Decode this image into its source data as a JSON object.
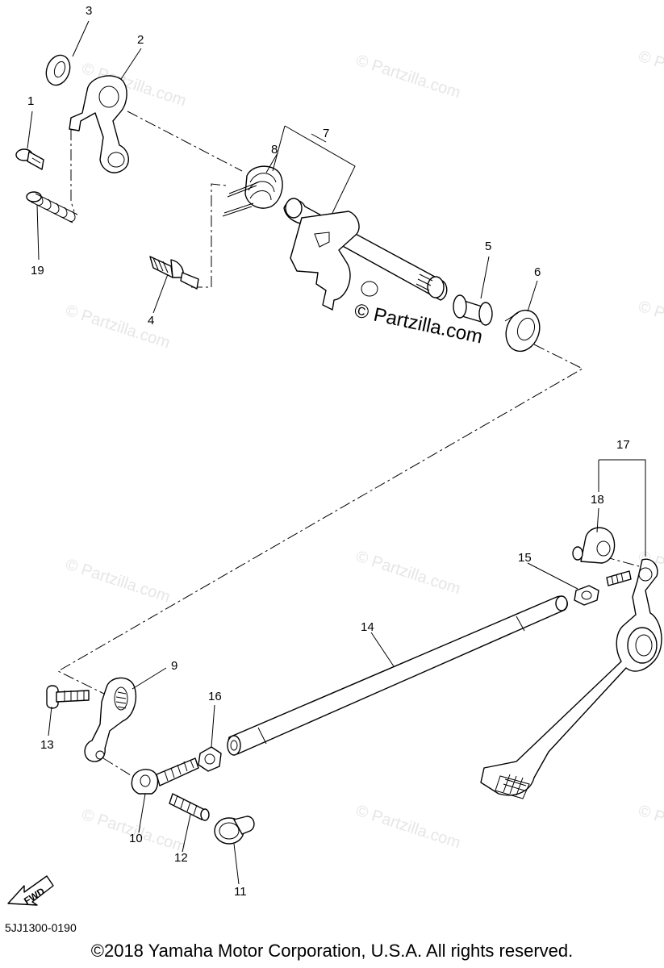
{
  "watermark": "© Partzilla.com",
  "center_watermark": "© Partzilla.com",
  "callouts": {
    "c1": "1",
    "c2": "2",
    "c3": "3",
    "c4": "4",
    "c5": "5",
    "c6": "6",
    "c7": "7",
    "c8": "8",
    "c9": "9",
    "c10": "10",
    "c11": "11",
    "c12": "12",
    "c13": "13",
    "c14": "14",
    "c15": "15",
    "c16": "16",
    "c17": "17",
    "c18": "18",
    "c19": "19"
  },
  "fwd_label": "FWD",
  "diagram_code": "5JJ1300-0190",
  "copyright": "©2018  Yamaha Motor Corporation, U.S.A. All rights reserved."
}
